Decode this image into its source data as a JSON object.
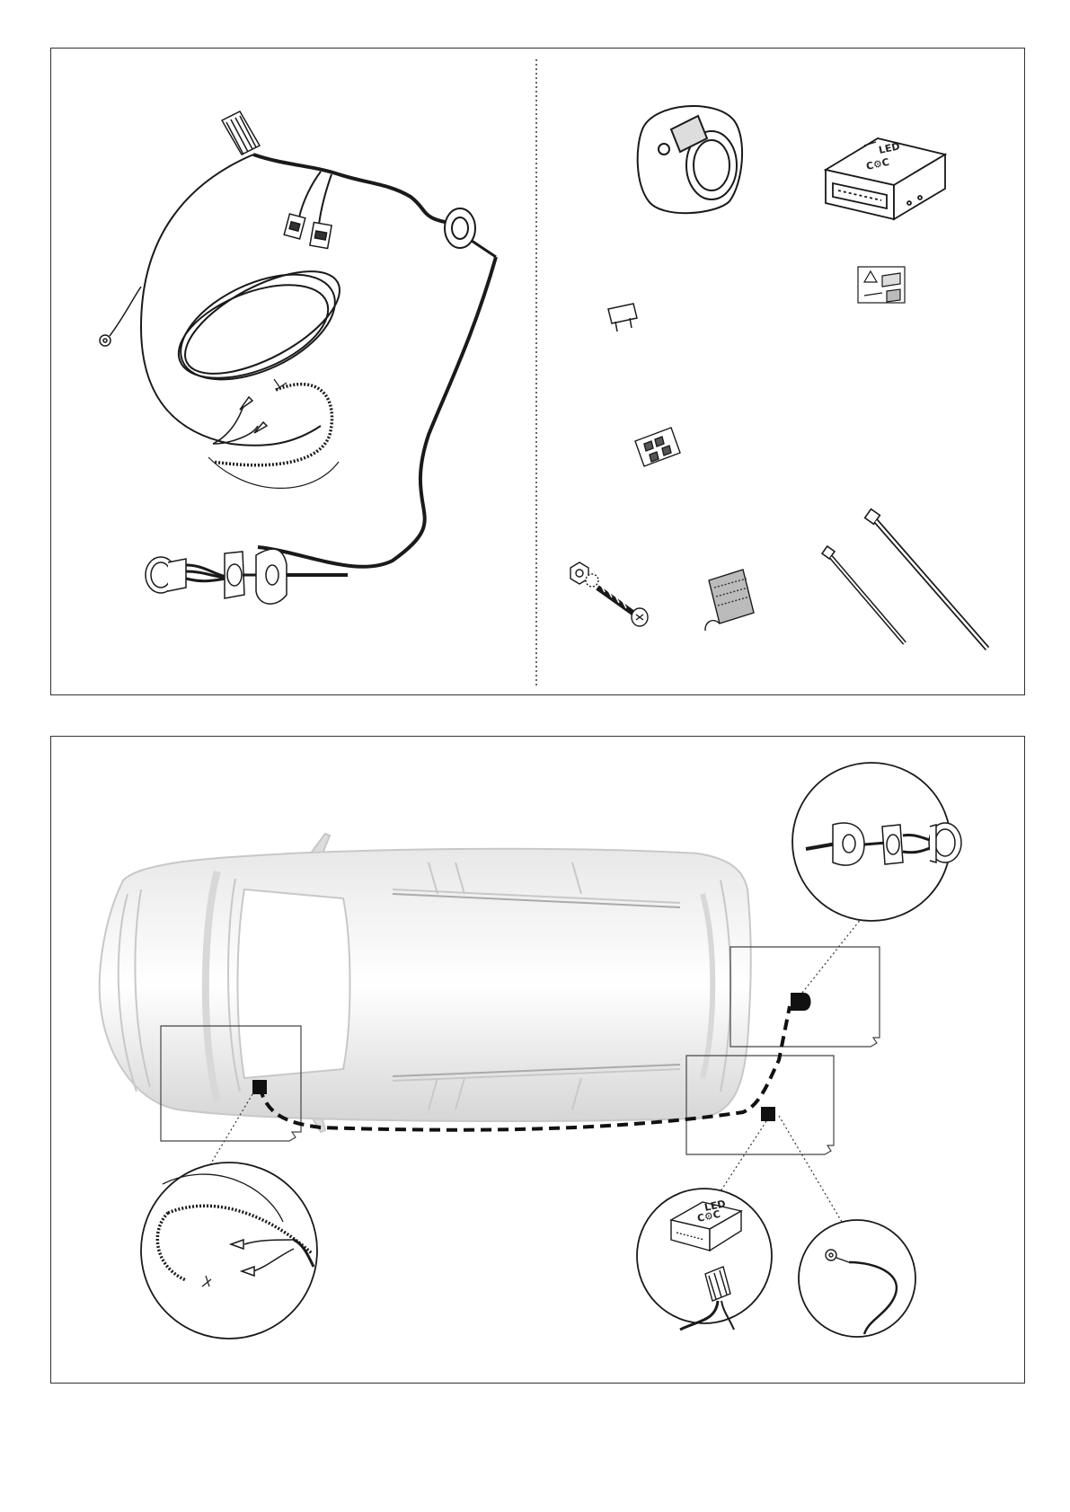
{
  "kit_contents": {
    "control_module": {
      "label": "LED",
      "logo": "C⚙C"
    }
  },
  "installation_view": {
    "control_module_detail": {
      "label": "LED",
      "logo": "C⚙C"
    }
  },
  "colors": {
    "line": "#1a1a1a",
    "car_body": "#d8d8d8",
    "car_fill": "#f4f4f4"
  }
}
